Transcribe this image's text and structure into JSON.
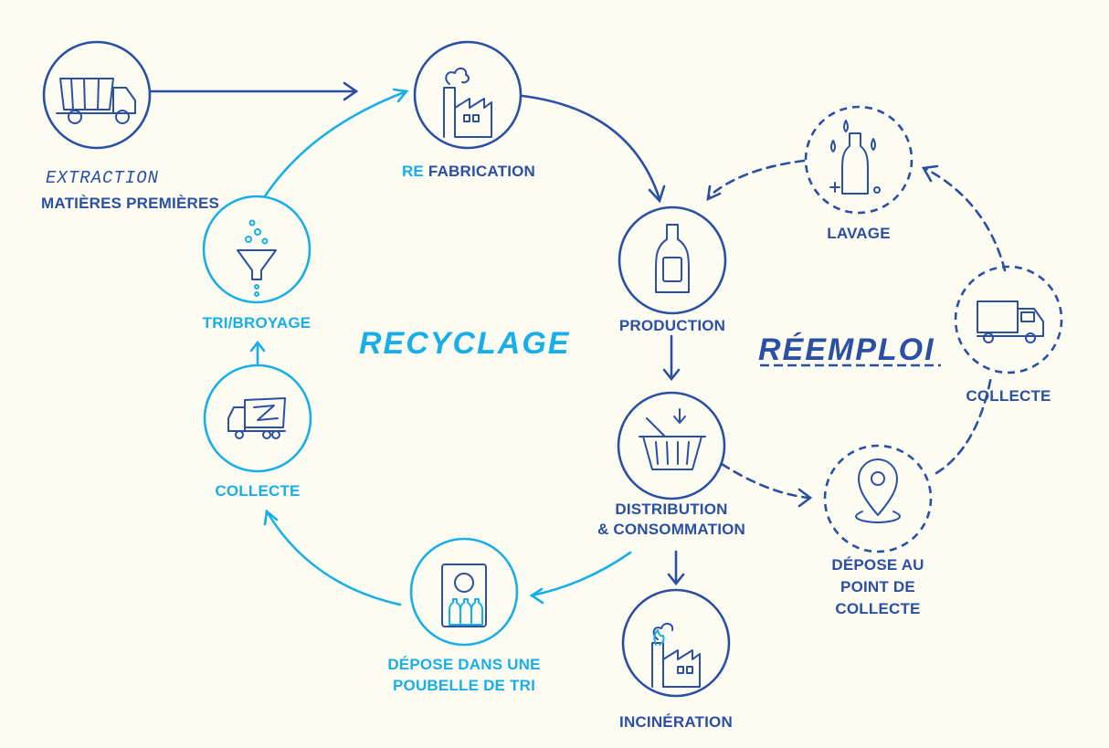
{
  "colors": {
    "dark": "#2a4fa3",
    "light": "#18aee8",
    "background": "#fdfcf2"
  },
  "extraction": {
    "title": "EXTRACTION",
    "subtitle": "MATIÈRES PREMIÈRES",
    "icon": "dump-truck-icon"
  },
  "refabrication": {
    "prefix": "RE",
    "label": "FABRICATION",
    "icon": "factory-icon"
  },
  "production": {
    "label": "PRODUCTION",
    "icon": "bottle-icon"
  },
  "distribution": {
    "line1": "DISTRIBUTION",
    "line2": "& CONSOMMATION",
    "icon": "basket-icon"
  },
  "incineration": {
    "label": "INCINÉRATION",
    "icon": "factory-fire-icon"
  },
  "recycling": {
    "title": "RECYCLAGE",
    "depose": {
      "line1": "DÉPOSE DANS UNE",
      "line2": "POUBELLE DE TRI",
      "icon": "recycling-bin-icon"
    },
    "collecte": {
      "label": "COLLECTE",
      "icon": "garbage-truck-icon"
    },
    "tri": {
      "label": "TRI/BROYAGE",
      "icon": "funnel-icon"
    }
  },
  "reuse": {
    "title": "RÉEMPLOI",
    "depose": {
      "line1": "DÉPOSE AU",
      "line2": "POINT DE",
      "line3": "COLLECTE",
      "icon": "map-pin-icon"
    },
    "collecte": {
      "label": "COLLECTE",
      "icon": "delivery-truck-icon"
    },
    "lavage": {
      "label": "LAVAGE",
      "icon": "washing-bottle-icon"
    }
  }
}
